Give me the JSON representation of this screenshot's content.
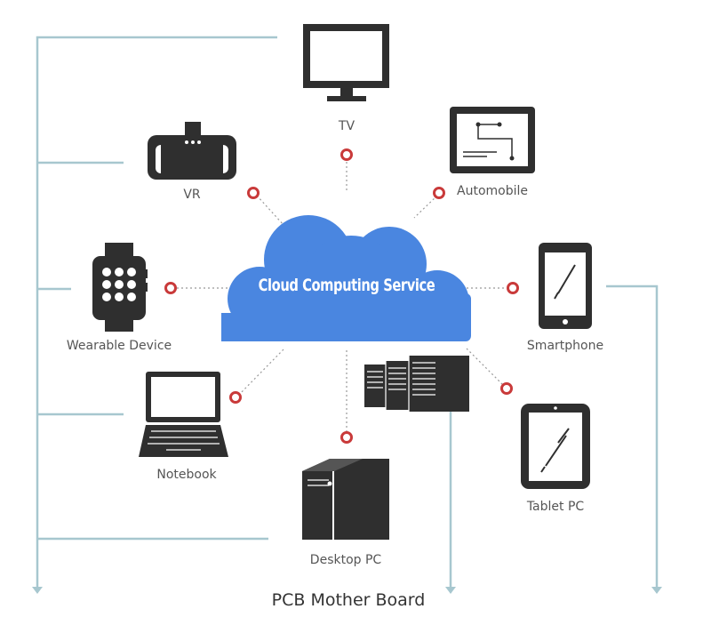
{
  "cloud": {
    "label": "Cloud Computing Service",
    "color": "#4a86e0"
  },
  "devices": {
    "tv": "TV",
    "vr": "VR",
    "automobile": "Automobile",
    "wearable": "Wearable Device",
    "smartphone": "Smartphone",
    "notebook": "Notebook",
    "desktop": "Desktop PC",
    "tablet": "Tablet PC"
  },
  "footer": "PCB Mother Board",
  "colors": {
    "line": "#a7c7cf",
    "node": "#c93a3a",
    "icon": "#2f2f2f",
    "dotted": "#999999"
  }
}
